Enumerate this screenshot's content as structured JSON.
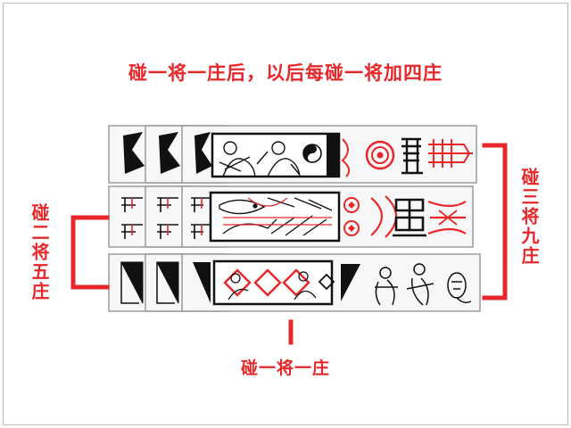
{
  "title": "碰一将一庄后，以后每碰一将加四庄",
  "labels": {
    "left": "碰二将五庄",
    "right": "碰三将九庄",
    "bottom": "碰一将一庄"
  },
  "colors": {
    "accent": "#e8272a",
    "ink": "#111111",
    "card_border": "#9a9a9a",
    "card_face": "#f7f7f7"
  }
}
